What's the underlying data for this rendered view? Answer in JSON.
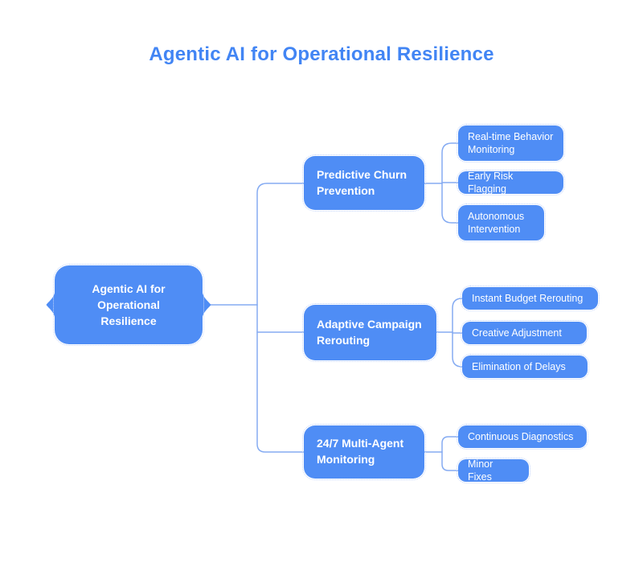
{
  "title": "Agentic AI for Operational Resilience",
  "colors": {
    "title_text": "#4285f4",
    "node_fill": "#4f8df5",
    "node_text": "#ffffff",
    "connector_line": "#85abf2",
    "background": "#ffffff"
  },
  "root": {
    "label": "Agentic AI for Operational Resilience"
  },
  "branches": [
    {
      "label": "Predictive Churn Prevention",
      "children": [
        "Real-time Behavior Monitoring",
        "Early Risk Flagging",
        "Autonomous Intervention"
      ]
    },
    {
      "label": "Adaptive Campaign Rerouting",
      "children": [
        "Instant Budget Rerouting",
        "Creative Adjustment",
        "Elimination of Delays"
      ]
    },
    {
      "label": "24/7 Multi-Agent Monitoring",
      "children": [
        "Continuous Diagnostics",
        "Minor Fixes"
      ]
    }
  ]
}
